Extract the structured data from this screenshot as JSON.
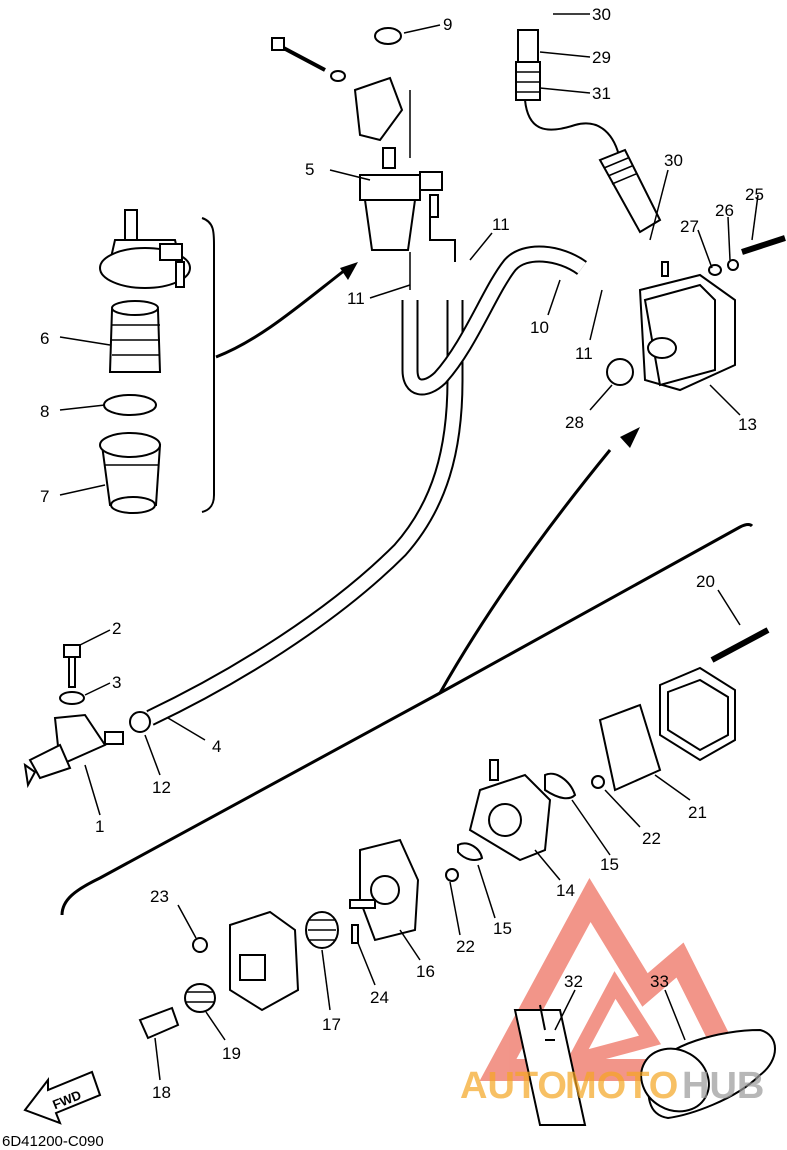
{
  "diagram_code": "6D41200-C090",
  "direction_label": "FWD",
  "watermark": {
    "brand_part1": "AUTO",
    "brand_part2": "MOTO",
    "brand_part3": "HUB",
    "color_red": "#e8402a",
    "color_orange": "#f5a623",
    "color_gray": "#9a9a9a"
  },
  "callouts": [
    "30",
    "9",
    "29",
    "31",
    "5",
    "30",
    "25",
    "26",
    "27",
    "11",
    "11",
    "10",
    "11",
    "6",
    "28",
    "13",
    "8",
    "7",
    "20",
    "2",
    "3",
    "4",
    "12",
    "1",
    "21",
    "22",
    "15",
    "14",
    "23",
    "15",
    "22",
    "16",
    "24",
    "17",
    "19",
    "18",
    "32",
    "33"
  ]
}
